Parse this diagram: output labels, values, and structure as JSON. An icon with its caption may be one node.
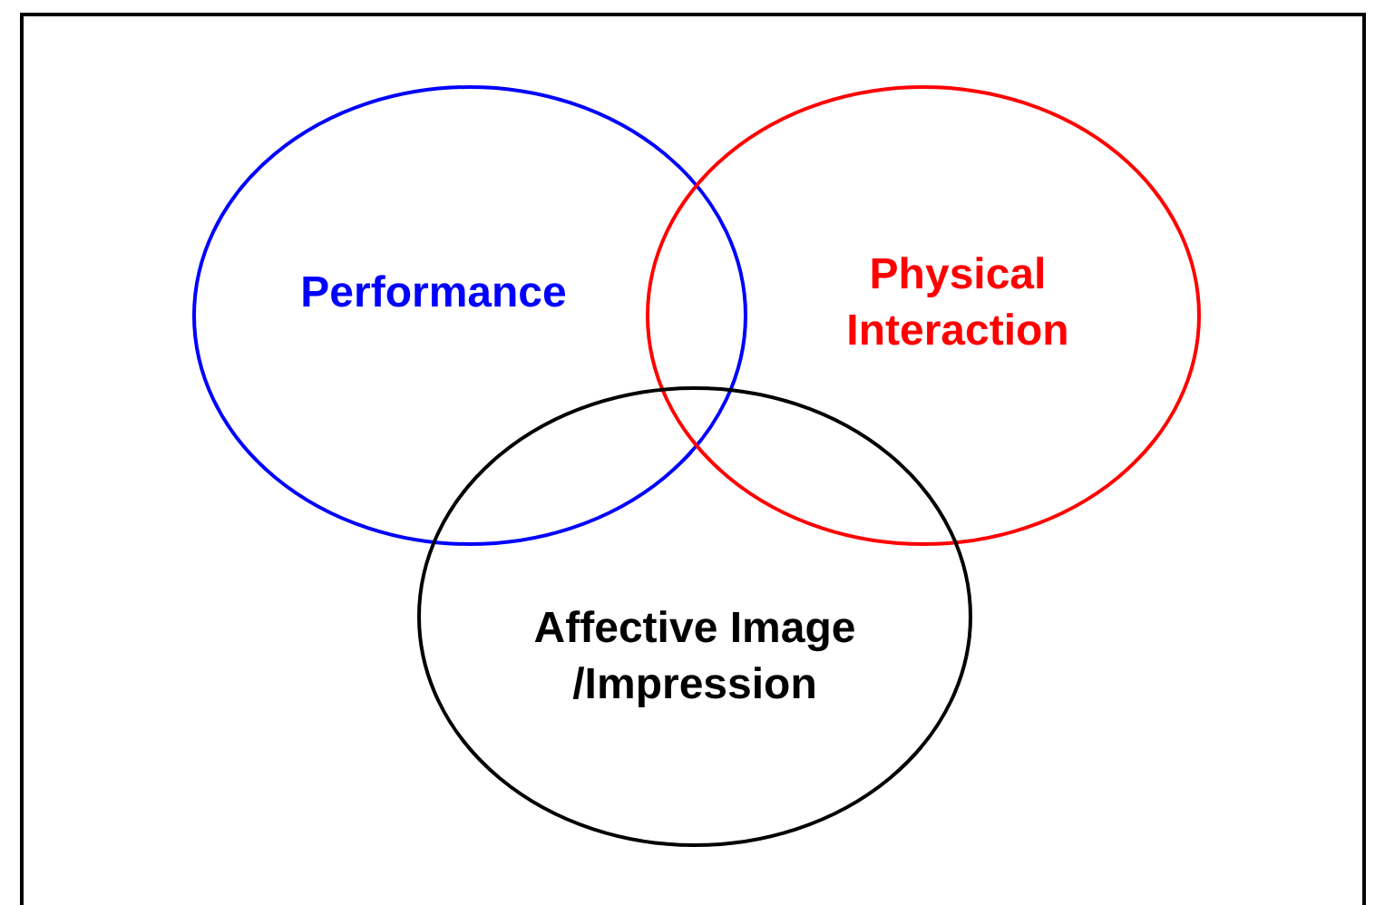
{
  "diagram": {
    "nodes": [
      {
        "text": [
          "Performance"
        ]
      },
      {
        "text": [
          "Physical Interaction"
        ]
      },
      {
        "text": [
          "Affective Image /Impression"
        ]
      }
    ]
  }
}
